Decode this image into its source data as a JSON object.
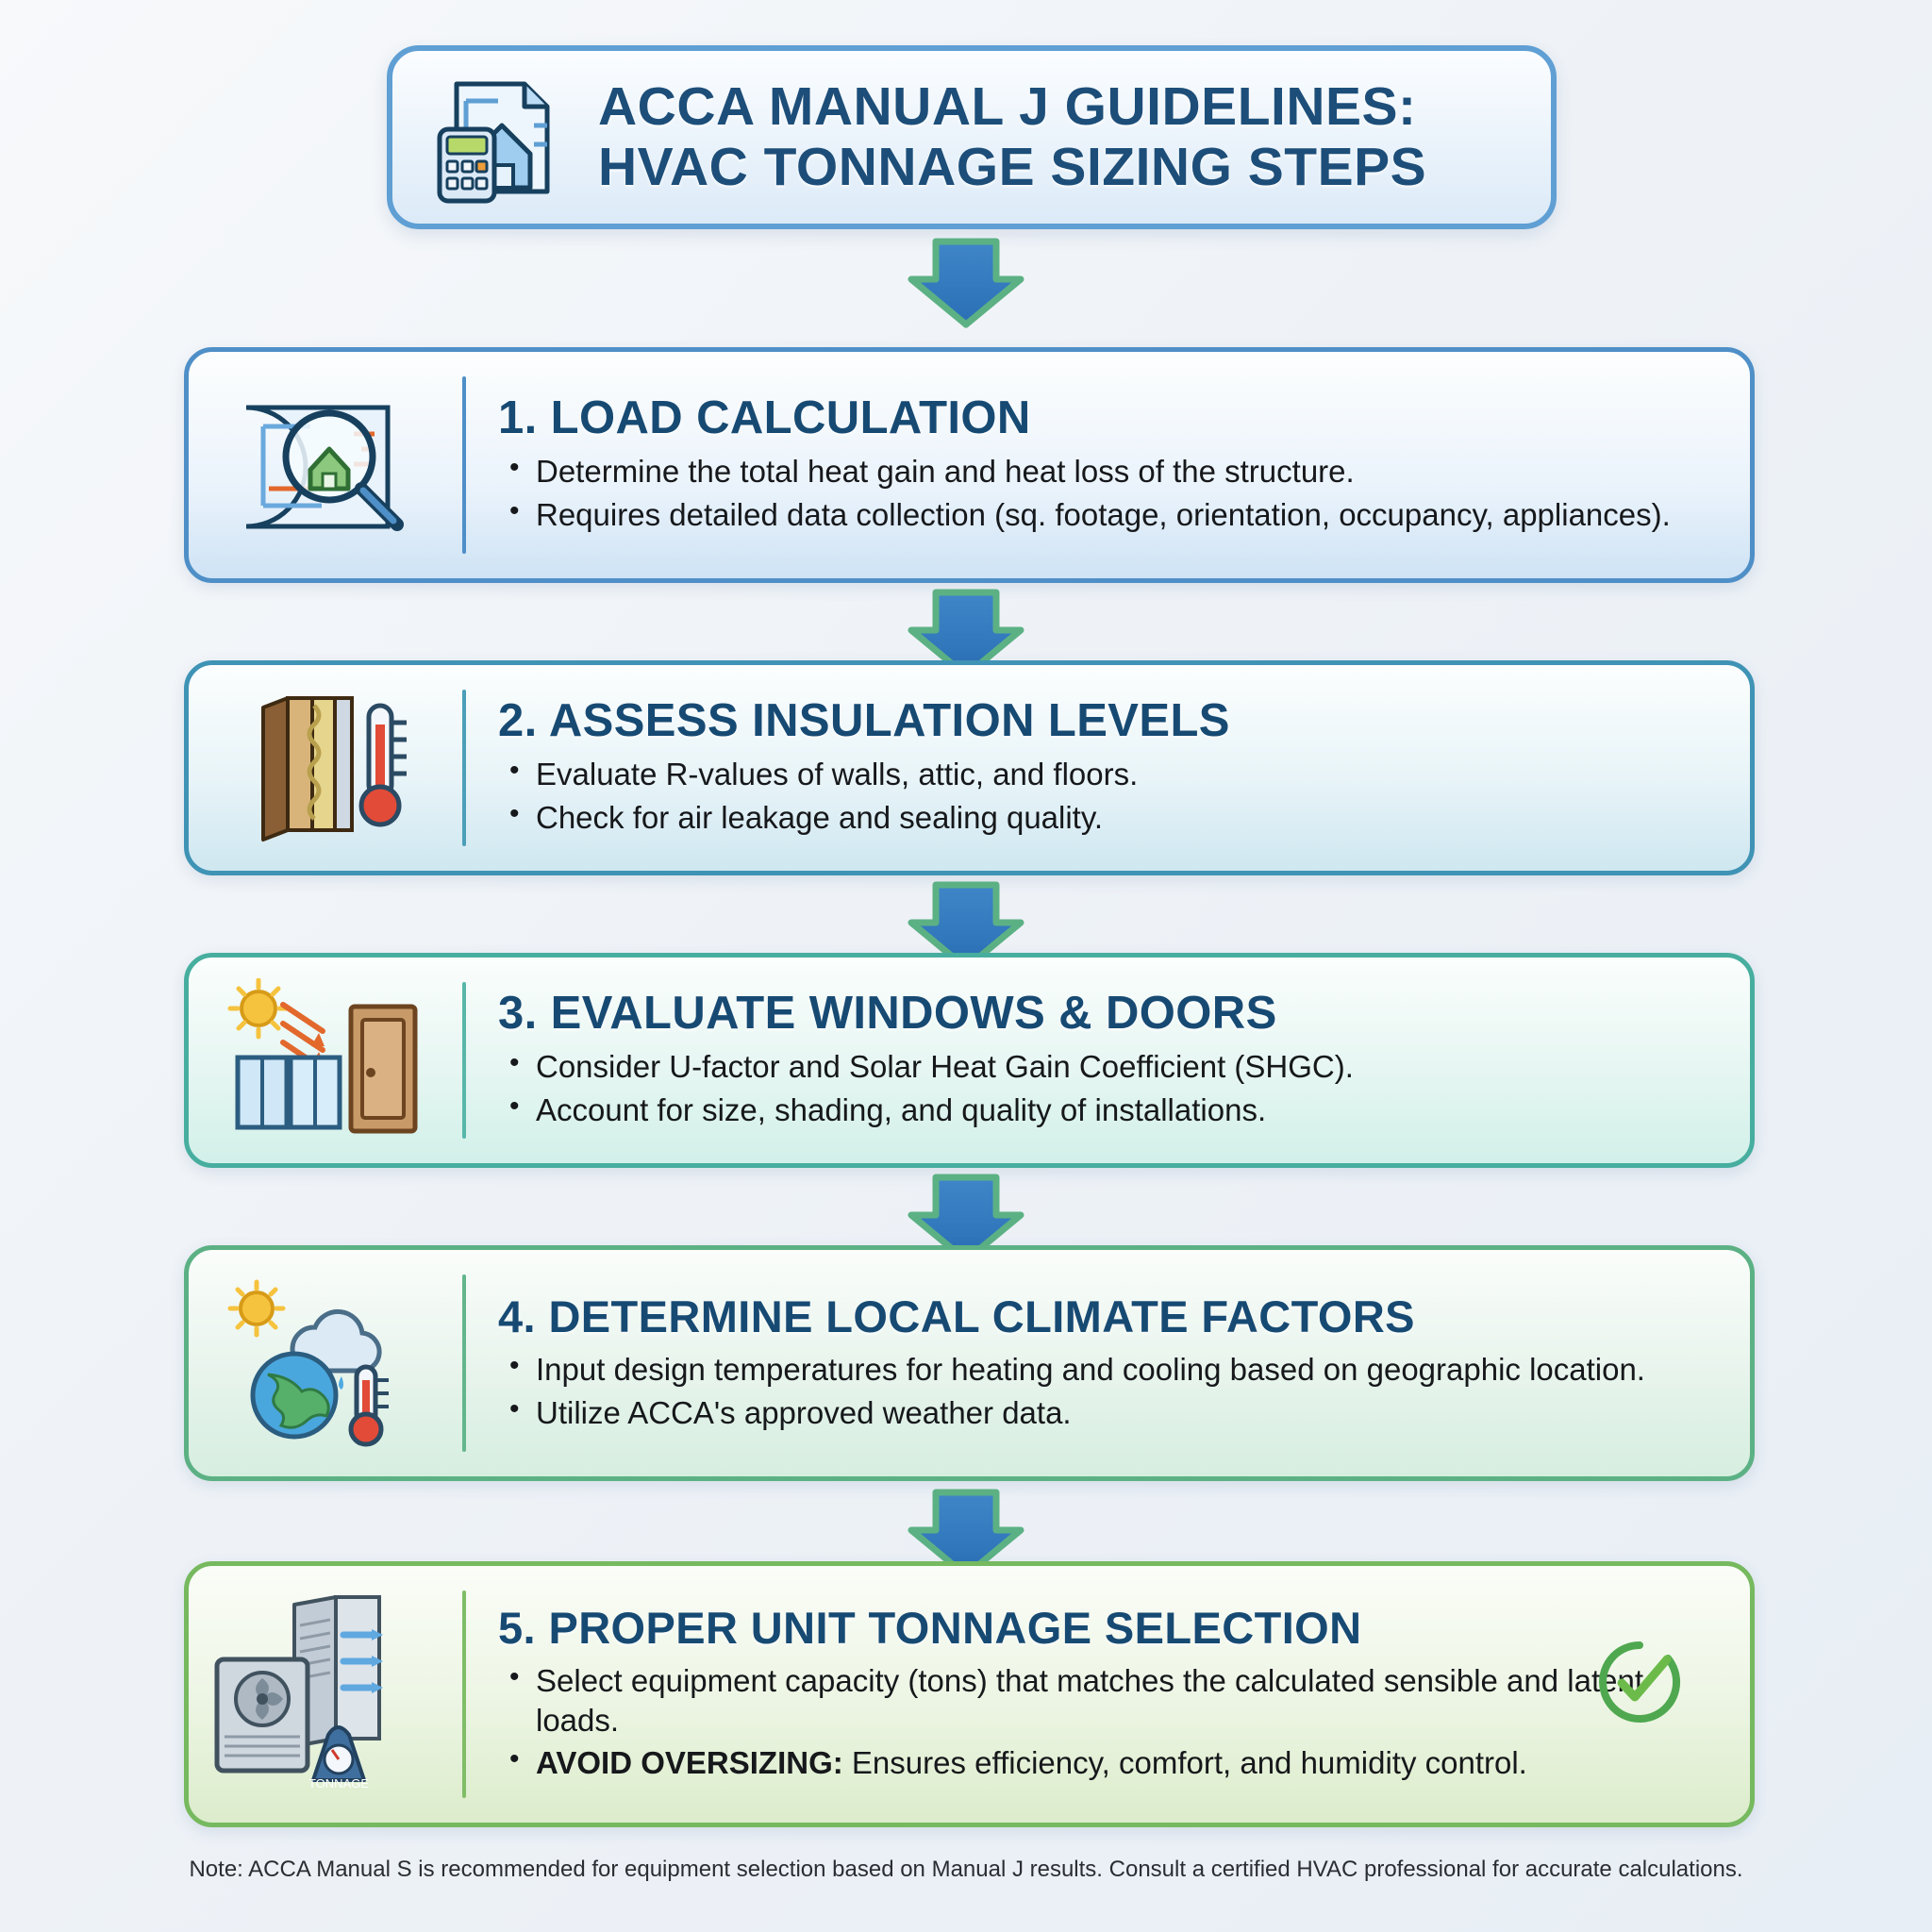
{
  "header": {
    "title_line1": "ACCA MANUAL J GUIDELINES:",
    "title_line2": "HVAC TONNAGE SIZING STEPS",
    "icon": "blueprint-calculator-icon"
  },
  "steps": [
    {
      "number": "1.",
      "heading": "1. LOAD CALCULATION",
      "icon": "blueprint-magnifier-house-icon",
      "bullets": [
        "Determine the total heat gain and heat loss of the structure.",
        "Requires detailed data collection (sq. footage, orientation, occupancy, appliances)."
      ]
    },
    {
      "number": "2.",
      "heading": "2. ASSESS INSULATION LEVELS",
      "icon": "insulation-wall-thermometer-icon",
      "bullets": [
        "Evaluate R-values of walls, attic, and floors.",
        "Check for air leakage and sealing quality."
      ]
    },
    {
      "number": "3.",
      "heading": "3. EVALUATE WINDOWS & DOORS",
      "icon": "sun-windows-door-icon",
      "bullets": [
        "Consider U-factor and Solar Heat Gain Coefficient (SHGC).",
        "Account for size, shading, and quality of installations."
      ]
    },
    {
      "number": "4.",
      "heading": "4. DETERMINE LOCAL CLIMATE FACTORS",
      "icon": "sun-cloud-globe-thermometer-icon",
      "bullets": [
        "Input design temperatures for heating and cooling based on geographic location.",
        "Utilize ACCA's approved weather data."
      ]
    },
    {
      "number": "5.",
      "heading": "5. PROPER UNIT TONNAGE SELECTION",
      "icon": "hvac-condenser-air-handler-tonnage-icon",
      "badge_icon": "green-check-circle-icon",
      "bullets": [
        "Select equipment capacity (tons) that matches the calculated sensible and latent loads.",
        "AVOID OVERSIZING: Ensures efficiency, comfort, and humidity control."
      ],
      "bullet2_bold_prefix": "AVOID OVERSIZING:",
      "bullet2_rest": " Ensures efficiency, comfort, and humidity control."
    }
  ],
  "connectors": {
    "arrow_icon": "down-arrow-icon",
    "count": 5
  },
  "footer": {
    "note": "Note: ACCA Manual S is recommended for equipment selection based on Manual J results. Consult a certified HVAC professional for accurate calculations."
  },
  "colors": {
    "title_blue": "#1d4e79",
    "heading_blue": "#174a73",
    "arrow_blue": "#2a6fb5",
    "arrow_green": "#5cb184",
    "step1_border": "#4f8fc7",
    "step2_border": "#3f93b5",
    "step3_border": "#47ae9f",
    "step4_border": "#5cb184",
    "step5_border": "#76b95f",
    "check_green": "#4fa84f"
  }
}
